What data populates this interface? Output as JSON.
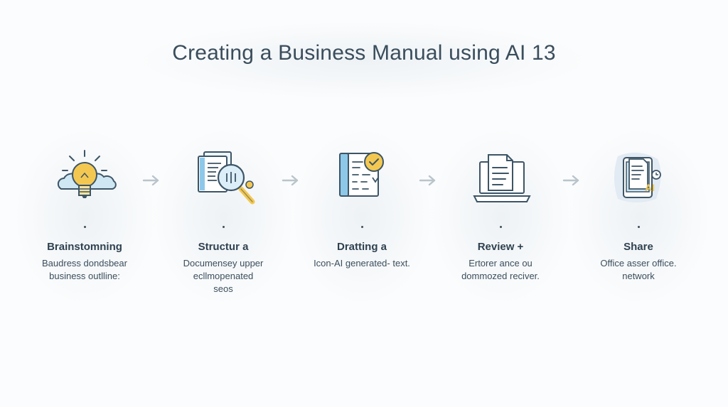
{
  "title": "Creating a Business Manual using AI 13",
  "steps": [
    {
      "title": "Brainstomning",
      "desc_lines": [
        "Baudress dondsbear",
        "business outlline:"
      ],
      "icon": "lightbulb-cloud-icon"
    },
    {
      "title": "Structur a",
      "desc_lines": [
        "Documensey upper",
        "ecllmopenated",
        "seos"
      ],
      "icon": "document-magnifier-icon"
    },
    {
      "title": "Dratting a",
      "desc_lines": [
        "Icon-AI generated- text."
      ],
      "icon": "notebook-check-icon"
    },
    {
      "title": "Review +",
      "desc_lines": [
        "Ertorer ance ou",
        "dommozed reciver."
      ],
      "icon": "laptop-document-icon"
    },
    {
      "title": "Share",
      "desc_lines": [
        "Office asser office.",
        "network"
      ],
      "icon": "tablet-share-icon",
      "badge": "AI"
    }
  ],
  "colors": {
    "stroke": "#3d5566",
    "blue": "#8ec8e8",
    "yellow": "#f4c850",
    "text": "#2f4150",
    "arrow": "#b9c4cb"
  }
}
